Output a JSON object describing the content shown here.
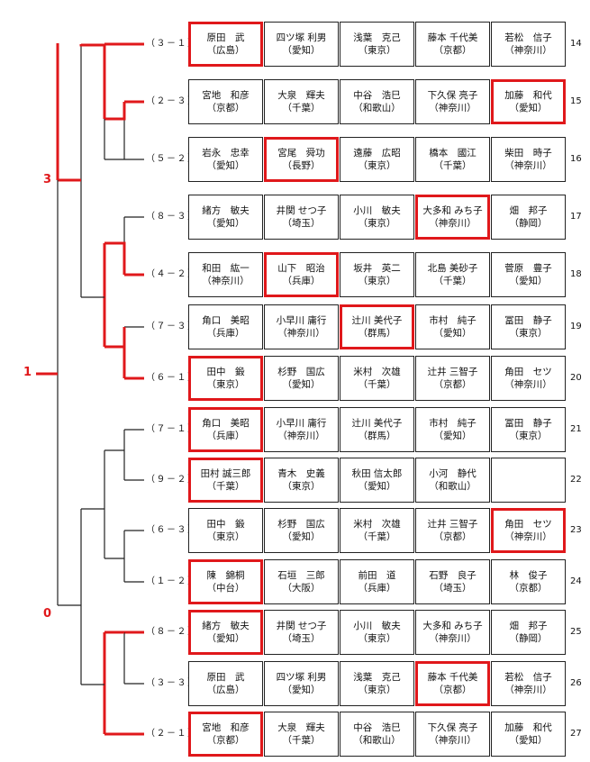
{
  "results": {
    "top": "3",
    "overall": "1",
    "bottom": "0"
  },
  "highlight_color": "#e0181b",
  "rows": [
    {
      "num": "14",
      "score": "（３－１）",
      "win": 0,
      "players": [
        {
          "name": "原田　武",
          "pref": "（広島）"
        },
        {
          "name": "四ツ塚 利男",
          "pref": "（愛知）"
        },
        {
          "name": "浅葉　克己",
          "pref": "（東京）"
        },
        {
          "name": "藤本 千代美",
          "pref": "（京都）"
        },
        {
          "name": "若松　信子",
          "pref": "（神奈川）"
        }
      ]
    },
    {
      "num": "15",
      "score": "（２－３）",
      "win": 4,
      "players": [
        {
          "name": "宮地　和彦",
          "pref": "（京都）"
        },
        {
          "name": "大泉　輝夫",
          "pref": "（千葉）"
        },
        {
          "name": "中谷　浩巳",
          "pref": "（和歌山）"
        },
        {
          "name": "下久保 亮子",
          "pref": "（神奈川）"
        },
        {
          "name": "加藤　和代",
          "pref": "（愛知）"
        }
      ]
    },
    {
      "num": "16",
      "score": "（５－２）",
      "win": 1,
      "players": [
        {
          "name": "岩永　忠幸",
          "pref": "（愛知）"
        },
        {
          "name": "宮尾　舜功",
          "pref": "（長野）"
        },
        {
          "name": "遠藤　広昭",
          "pref": "（東京）"
        },
        {
          "name": "橋本　國江",
          "pref": "（千葉）"
        },
        {
          "name": "柴田　時子",
          "pref": "（神奈川）"
        }
      ]
    },
    {
      "num": "17",
      "score": "（８－３）",
      "win": 3,
      "players": [
        {
          "name": "緒方　敏夫",
          "pref": "（愛知）"
        },
        {
          "name": "井関 せつ子",
          "pref": "（埼玉）"
        },
        {
          "name": "小川　敏夫",
          "pref": "（東京）"
        },
        {
          "name": "大多和 みち子",
          "pref": "（神奈川）"
        },
        {
          "name": "畑　邦子",
          "pref": "（静岡）"
        }
      ]
    },
    {
      "num": "18",
      "score": "（４－２）",
      "win": 1,
      "players": [
        {
          "name": "和田　紘一",
          "pref": "（神奈川）"
        },
        {
          "name": "山下　昭治",
          "pref": "（兵庫）"
        },
        {
          "name": "坂井　英二",
          "pref": "（東京）"
        },
        {
          "name": "北島 美砂子",
          "pref": "（千葉）"
        },
        {
          "name": "菅原　豊子",
          "pref": "（愛知）"
        }
      ]
    },
    {
      "num": "19",
      "score": "（７－３）",
      "win": 2,
      "players": [
        {
          "name": "角口　美昭",
          "pref": "（兵庫）"
        },
        {
          "name": "小早川 庸行",
          "pref": "（神奈川）"
        },
        {
          "name": "辻川 美代子",
          "pref": "（群馬）"
        },
        {
          "name": "市村　純子",
          "pref": "（愛知）"
        },
        {
          "name": "冨田　静子",
          "pref": "（東京）"
        }
      ]
    },
    {
      "num": "20",
      "score": "（６－１）",
      "win": 0,
      "players": [
        {
          "name": "田中　鍛",
          "pref": "（東京）"
        },
        {
          "name": "杉野　国広",
          "pref": "（愛知）"
        },
        {
          "name": "米村　次雄",
          "pref": "（千葉）"
        },
        {
          "name": "辻井 三智子",
          "pref": "（京都）"
        },
        {
          "name": "角田　セツ",
          "pref": "（神奈川）"
        }
      ]
    },
    {
      "num": "21",
      "score": "（７－１）",
      "win": 0,
      "players": [
        {
          "name": "角口　美昭",
          "pref": "（兵庫）"
        },
        {
          "name": "小早川 庸行",
          "pref": "（神奈川）"
        },
        {
          "name": "辻川 美代子",
          "pref": "（群馬）"
        },
        {
          "name": "市村　純子",
          "pref": "（愛知）"
        },
        {
          "name": "冨田　静子",
          "pref": "（東京）"
        }
      ]
    },
    {
      "num": "22",
      "score": "（９－２）",
      "win": 0,
      "players": [
        {
          "name": "田村 誠三郎",
          "pref": "（千葉）"
        },
        {
          "name": "青木　史義",
          "pref": "（東京）"
        },
        {
          "name": "秋田 信太郎",
          "pref": "（愛知）"
        },
        {
          "name": "小河　静代",
          "pref": "（和歌山）"
        },
        {
          "name": "",
          "pref": ""
        }
      ]
    },
    {
      "num": "23",
      "score": "（６－３）",
      "win": 4,
      "players": [
        {
          "name": "田中　鍛",
          "pref": "（東京）"
        },
        {
          "name": "杉野　国広",
          "pref": "（愛知）"
        },
        {
          "name": "米村　次雄",
          "pref": "（千葉）"
        },
        {
          "name": "辻井 三智子",
          "pref": "（京都）"
        },
        {
          "name": "角田　セツ",
          "pref": "（神奈川）"
        }
      ]
    },
    {
      "num": "24",
      "score": "（１－２）",
      "win": 0,
      "players": [
        {
          "name": "陳　錦桐",
          "pref": "（中台）"
        },
        {
          "name": "石垣　三郎",
          "pref": "（大阪）"
        },
        {
          "name": "前田　道",
          "pref": "（兵庫）"
        },
        {
          "name": "石野　良子",
          "pref": "（埼玉）"
        },
        {
          "name": "林　俊子",
          "pref": "（京都）"
        }
      ]
    },
    {
      "num": "25",
      "score": "（８－２）",
      "win": 0,
      "players": [
        {
          "name": "緒方　敏夫",
          "pref": "（愛知）"
        },
        {
          "name": "井関 せつ子",
          "pref": "（埼玉）"
        },
        {
          "name": "小川　敏夫",
          "pref": "（東京）"
        },
        {
          "name": "大多和 みち子",
          "pref": "（神奈川）"
        },
        {
          "name": "畑　邦子",
          "pref": "（静岡）"
        }
      ]
    },
    {
      "num": "26",
      "score": "（３－３）",
      "win": 3,
      "players": [
        {
          "name": "原田　武",
          "pref": "（広島）"
        },
        {
          "name": "四ツ塚 利男",
          "pref": "（愛知）"
        },
        {
          "name": "浅葉　克己",
          "pref": "（東京）"
        },
        {
          "name": "藤本 千代美",
          "pref": "（京都）"
        },
        {
          "name": "若松　信子",
          "pref": "（神奈川）"
        }
      ]
    },
    {
      "num": "27",
      "score": "（２－１）",
      "win": 0,
      "players": [
        {
          "name": "宮地　和彦",
          "pref": "（京都）"
        },
        {
          "name": "大泉　輝夫",
          "pref": "（千葉）"
        },
        {
          "name": "中谷　浩巳",
          "pref": "（和歌山）"
        },
        {
          "name": "下久保 亮子",
          "pref": "（神奈川）"
        },
        {
          "name": "加藤　和代",
          "pref": "（愛知）"
        }
      ]
    }
  ]
}
